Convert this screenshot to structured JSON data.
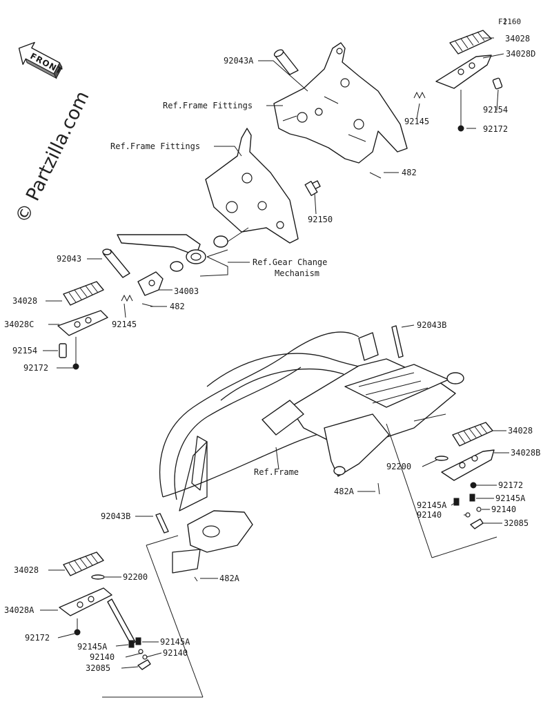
{
  "diagram": {
    "figure_code": "F2160",
    "front_label": "FRONT",
    "watermark": "© Partzilla.com",
    "ref_labels": {
      "frame_fittings_upper": "Ref.Frame Fittings",
      "frame_fittings_left": "Ref.Frame Fittings",
      "gear_change_line1": "Ref.Gear Change",
      "gear_change_line2": "Mechanism",
      "frame": "Ref.Frame"
    },
    "part_labels": {
      "p_92043A": "92043A",
      "p_34028_tr": "34028",
      "p_34028D": "34028D",
      "p_92145_tr": "92145",
      "p_92154_tr": "92154",
      "p_92172_tr": "92172",
      "p_482_tr": "482",
      "p_92150": "92150",
      "p_92043": "92043",
      "p_34003": "34003",
      "p_34028_l": "34028",
      "p_482_l": "482",
      "p_34028C": "34028C",
      "p_92145_l": "92145",
      "p_92154_l": "92154",
      "p_92172_l": "92172",
      "p_92043B_top": "92043B",
      "p_34028_r": "34028",
      "p_34028B": "34028B",
      "p_92200_r": "92200",
      "p_92172_r": "92172",
      "p_482A_r": "482A",
      "p_92145A_r1": "92145A",
      "p_92145A_r2": "92145A",
      "p_92140_r1": "92140",
      "p_92140_r2": "92140",
      "p_32085_r": "32085",
      "p_92043B_bot": "92043B",
      "p_34028_bl": "34028",
      "p_92200_bl": "92200",
      "p_482A_bl": "482A",
      "p_34028A": "34028A",
      "p_92172_bl": "92172",
      "p_92145A_bl1": "92145A",
      "p_92145A_bl2": "92145A",
      "p_92140_bl1": "92140",
      "p_92140_bl2": "92140",
      "p_32085_bl": "32085"
    }
  }
}
